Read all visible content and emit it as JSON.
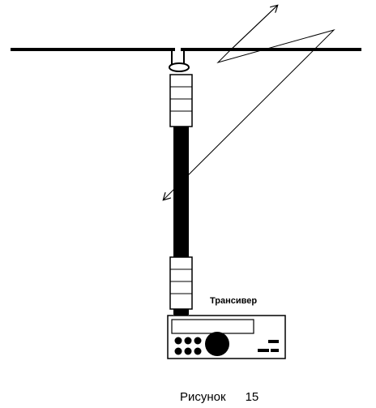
{
  "diagram": {
    "transceiver_label": "Трансивер",
    "caption_word": "Рисунок",
    "caption_number": "15"
  },
  "colors": {
    "ink": "#000000",
    "background": "#ffffff"
  }
}
